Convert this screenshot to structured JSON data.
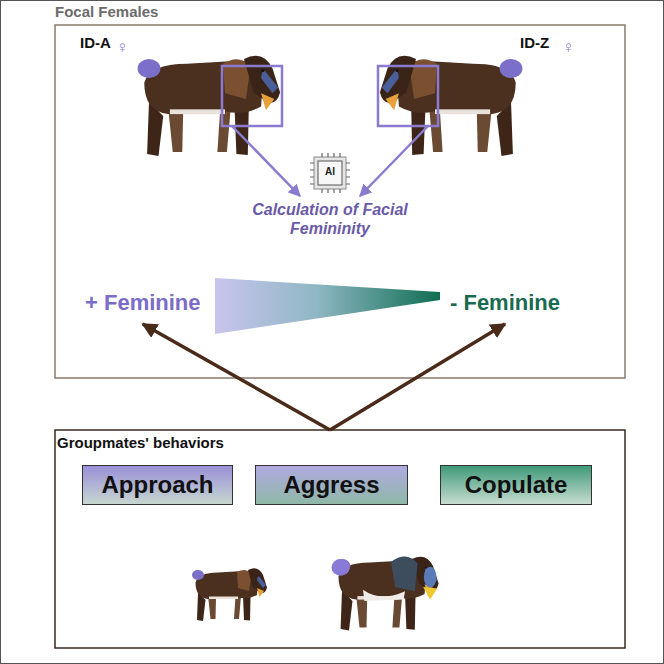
{
  "diagram": {
    "nodes": [
      {
        "text": [
          "Focal Females"
        ]
      },
      {
        "text": [
          "+ Feminine"
        ],
        "in": 0
      },
      {
        "text": [
          "- Feminine"
        ],
        "in": 0
      },
      {
        "text": [
          "Groupmates' behaviors"
        ]
      },
      {
        "text": [
          "Approach"
        ],
        "in": 3
      },
      {
        "text": [
          "Aggress"
        ],
        "in": 3
      },
      {
        "text": [
          "Copulate"
        ],
        "in": 3
      }
    ],
    "edges": [
      {
        "from": 3,
        "to": 1,
        "arrow": "to"
      },
      {
        "from": 3,
        "to": 2,
        "arrow": "to"
      }
    ],
    "labels": [
      "ID-A",
      "♀",
      "ID-Z",
      "♀",
      "AI",
      "Calculation of Facial Femininity"
    ]
  }
}
